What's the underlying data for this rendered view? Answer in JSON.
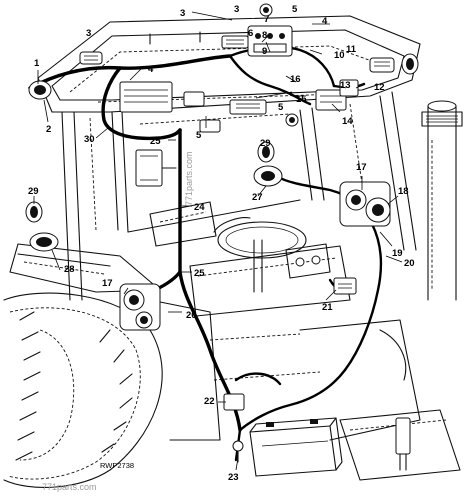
{
  "callouts": [
    "1",
    "2",
    "3",
    "4",
    "5",
    "6",
    "7",
    "8",
    "9",
    "10",
    "11",
    "12",
    "13",
    "14",
    "15",
    "16",
    "17",
    "18",
    "19",
    "20",
    "21",
    "22",
    "23",
    "24",
    "25",
    "26",
    "27",
    "28",
    "29",
    "30"
  ],
  "labels": {
    "drawing_id": "RWP2738",
    "watermark_vertical": "771parts.com",
    "watermark_bottom": "771parts.com"
  }
}
